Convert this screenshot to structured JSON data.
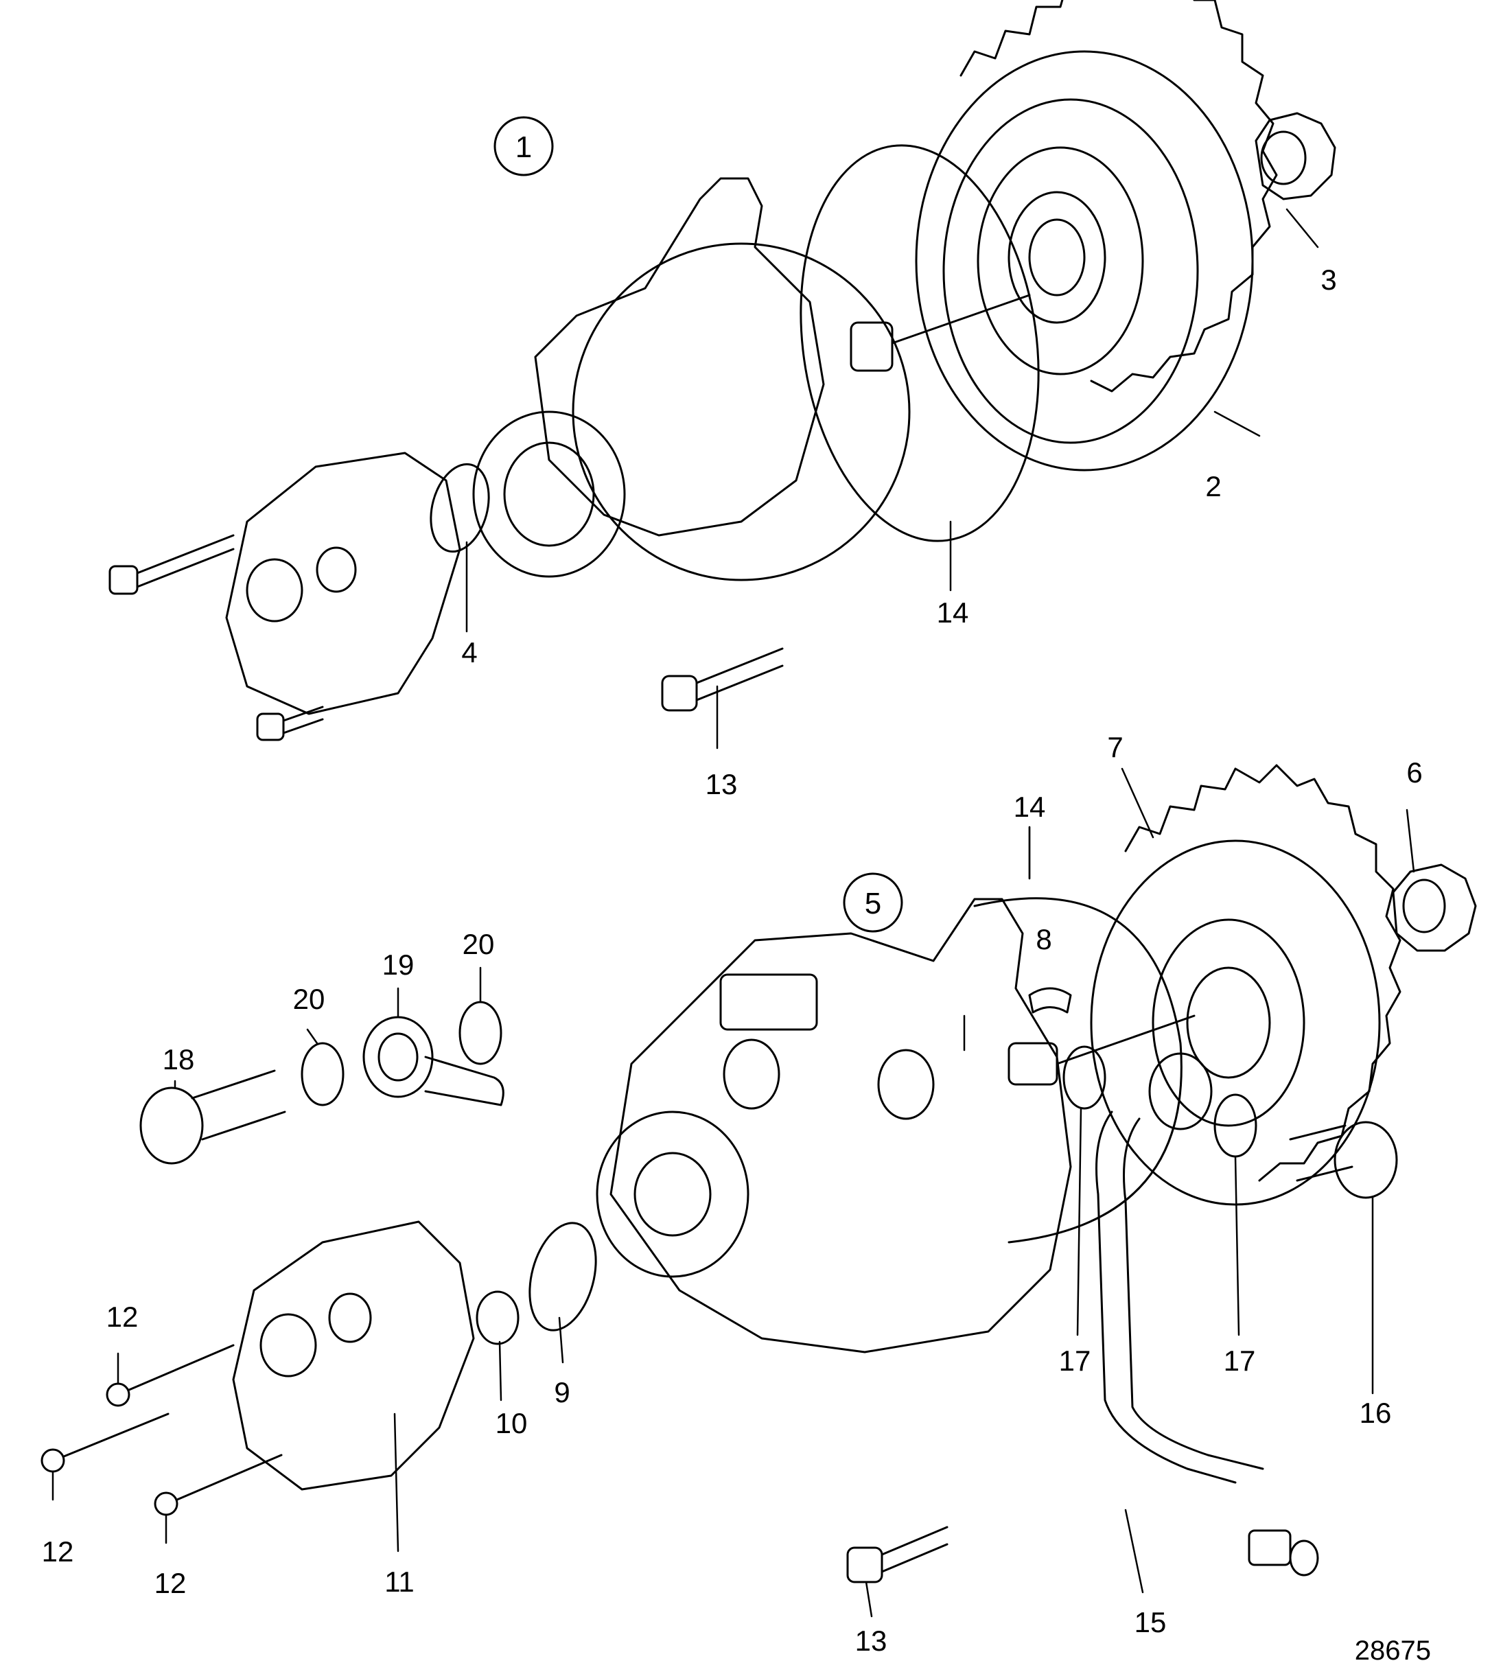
{
  "diagram": {
    "assemblies": [
      {
        "id": "1",
        "label": "1"
      },
      {
        "id": "5",
        "label": "5"
      }
    ],
    "callouts": [
      "2",
      "3",
      "4",
      "13",
      "14",
      "6",
      "7",
      "8",
      "9",
      "10",
      "11",
      "12",
      "12",
      "12",
      "12",
      "13",
      "14",
      "15",
      "16",
      "17",
      "17",
      "18",
      "19",
      "20",
      "20"
    ],
    "reference_number": "28675"
  },
  "colors": {
    "ink": "#000000",
    "paper": "#ffffff"
  }
}
